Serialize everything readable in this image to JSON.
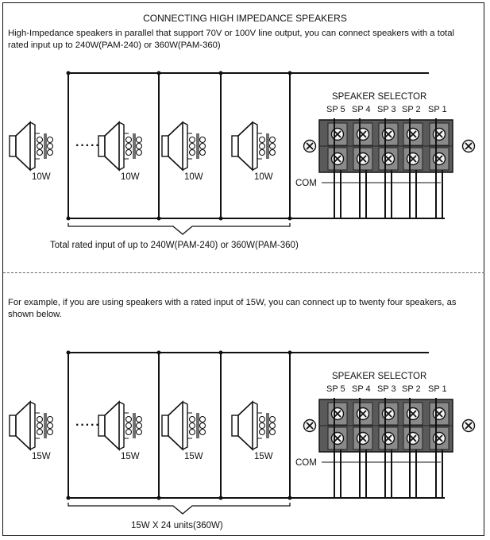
{
  "title": "CONNECTING HIGH IMPEDANCE SPEAKERS",
  "intro_line1": "High-Impedance speakers in parallel that support 70V or 100V line output, you can connect speakers with a total",
  "intro_line2": "rated input up to 240W(PAM-240) or 360W(PAM-360)",
  "diagram1": {
    "speaker_ratings": [
      "10W",
      "10W",
      "10W",
      "10W"
    ],
    "selector_title": "SPEAKER SELECTOR",
    "selector_labels": [
      "SP 5",
      "SP 4",
      "SP 3",
      "SP 2",
      "SP 1"
    ],
    "com_label": "COM",
    "caption": "Total rated input of up to 240W(PAM-240) or 360W(PAM-360)"
  },
  "example_line1": "For example, if you are using speakers with a rated input of 15W, you can connect up to twenty four speakers, as",
  "example_line2": "shown below.",
  "diagram2": {
    "speaker_ratings": [
      "15W",
      "15W",
      "15W",
      "15W"
    ],
    "selector_title": "SPEAKER SELECTOR",
    "selector_labels": [
      "SP 5",
      "SP 4",
      "SP 3",
      "SP 2",
      "SP 1"
    ],
    "com_label": "COM",
    "caption": "15W X 24 units(360W)"
  },
  "dots": "·····"
}
